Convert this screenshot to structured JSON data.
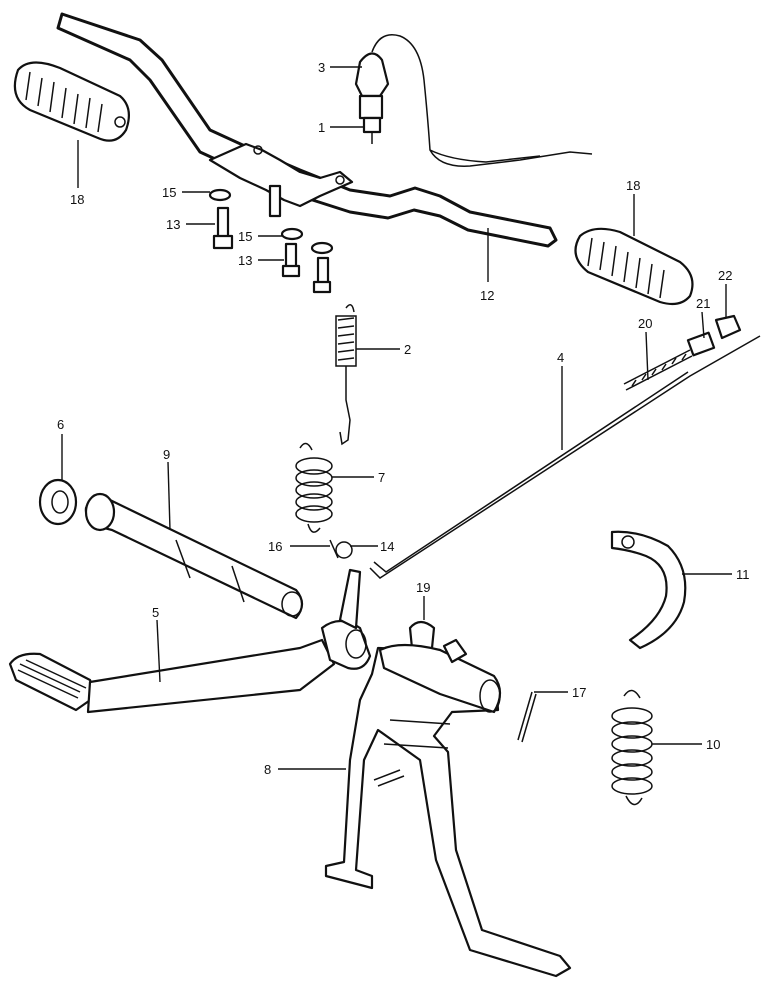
{
  "callouts": [
    {
      "id": "c1",
      "text": "1"
    },
    {
      "id": "c2",
      "text": "2"
    },
    {
      "id": "c3",
      "text": "3"
    },
    {
      "id": "c4",
      "text": "4"
    },
    {
      "id": "c5",
      "text": "5"
    },
    {
      "id": "c6",
      "text": "6"
    },
    {
      "id": "c7",
      "text": "7"
    },
    {
      "id": "c8",
      "text": "8"
    },
    {
      "id": "c9",
      "text": "9"
    },
    {
      "id": "c10",
      "text": "10"
    },
    {
      "id": "c11",
      "text": "11"
    },
    {
      "id": "c12",
      "text": "12"
    },
    {
      "id": "c13a",
      "text": "13"
    },
    {
      "id": "c13b",
      "text": "13"
    },
    {
      "id": "c14",
      "text": "14"
    },
    {
      "id": "c15a",
      "text": "15"
    },
    {
      "id": "c15b",
      "text": "15"
    },
    {
      "id": "c16",
      "text": "16"
    },
    {
      "id": "c17",
      "text": "17"
    },
    {
      "id": "c18a",
      "text": "18"
    },
    {
      "id": "c18b",
      "text": "18"
    },
    {
      "id": "c19",
      "text": "19"
    },
    {
      "id": "c20",
      "text": "20"
    },
    {
      "id": "c21",
      "text": "21"
    },
    {
      "id": "c22",
      "text": "22"
    }
  ]
}
